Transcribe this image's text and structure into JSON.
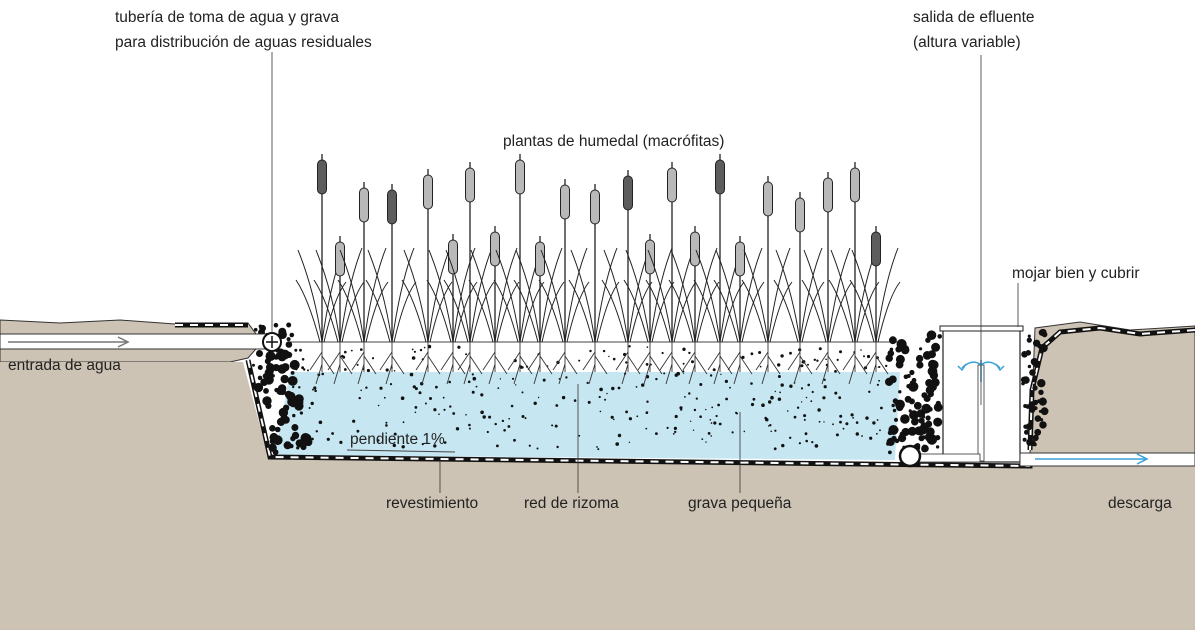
{
  "labels": {
    "pipe_line1": "tubería de toma de agua y grava",
    "pipe_line2": "para distribución de aguas residuales",
    "outlet_line1": "salida de efluente",
    "outlet_line2": "(altura variable)",
    "plants": "plantas de humedal (macrófitas)",
    "cover": "mojar bien y cubrir",
    "inlet": "entrada de agua",
    "slope": "pendiente 1%",
    "liner": "revestimiento",
    "rhizome": "red de rizoma",
    "gravel": "grava pequeña",
    "discharge": "descarga"
  },
  "colors": {
    "soil": "#cdc3b4",
    "water": "#c6e6f1",
    "arrow_blue": "#3aa0d8",
    "gravel_dark": "#111111",
    "plant_dark": "#5d5d5d",
    "plant_light": "#b9b9b9"
  }
}
